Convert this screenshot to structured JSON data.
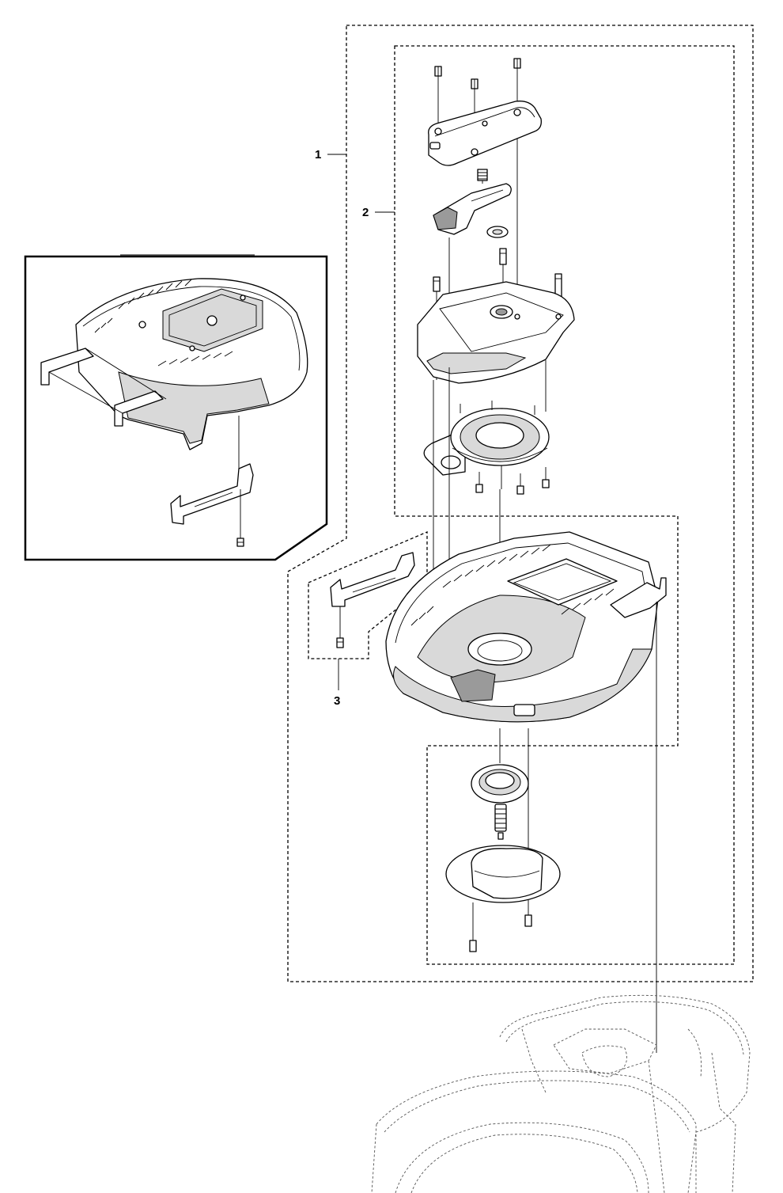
{
  "diagram": {
    "callouts": [
      {
        "id": "1",
        "label": "1"
      },
      {
        "id": "2",
        "label": "2"
      },
      {
        "id": "3",
        "label": "3"
      }
    ],
    "colors": {
      "line": "#000000",
      "background": "#ffffff",
      "shade": "#d9d9d9"
    }
  }
}
